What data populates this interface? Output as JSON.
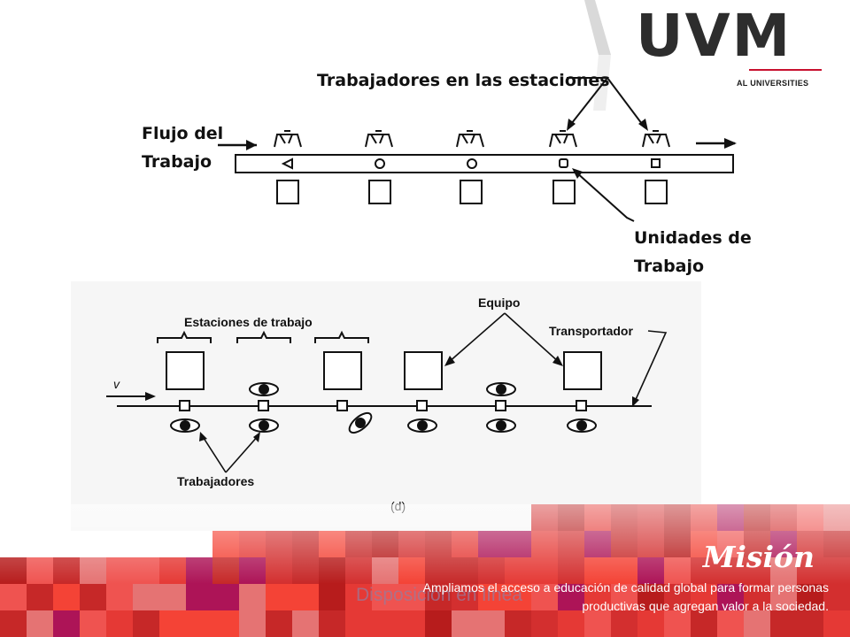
{
  "header": {
    "logo_text": "UVM",
    "logo_tagline": "AL UNIVERSITIES",
    "logo_rule_color": "#c8102e"
  },
  "diagram_top": {
    "label_workers": "Trabajadores en las estaciones",
    "label_flow_line1": "Flujo del",
    "label_flow_line2": "Trabajo",
    "label_units_line1": "Unidades de",
    "label_units_line2": "Trabajo"
  },
  "diagram_bottom": {
    "label_stations": "Estaciones de trabajo",
    "label_equipment": "Equipo",
    "label_conveyor": "Transportador",
    "label_speed": "v",
    "label_workers": "Trabajadores",
    "label_panel": "(d)"
  },
  "footer": {
    "mision_title": "Misión",
    "mision_line1": "Ampliamos el acceso a educación de calidad global para formar personas",
    "mision_line2": "productivas que agregan valor a la sociedad.",
    "ghost_caption": "Disposición en línea",
    "palette": [
      "#e53935",
      "#c62828",
      "#ef5350",
      "#d32f2f",
      "#b71c1c",
      "#f44336",
      "#e57373",
      "#ad1457"
    ]
  }
}
